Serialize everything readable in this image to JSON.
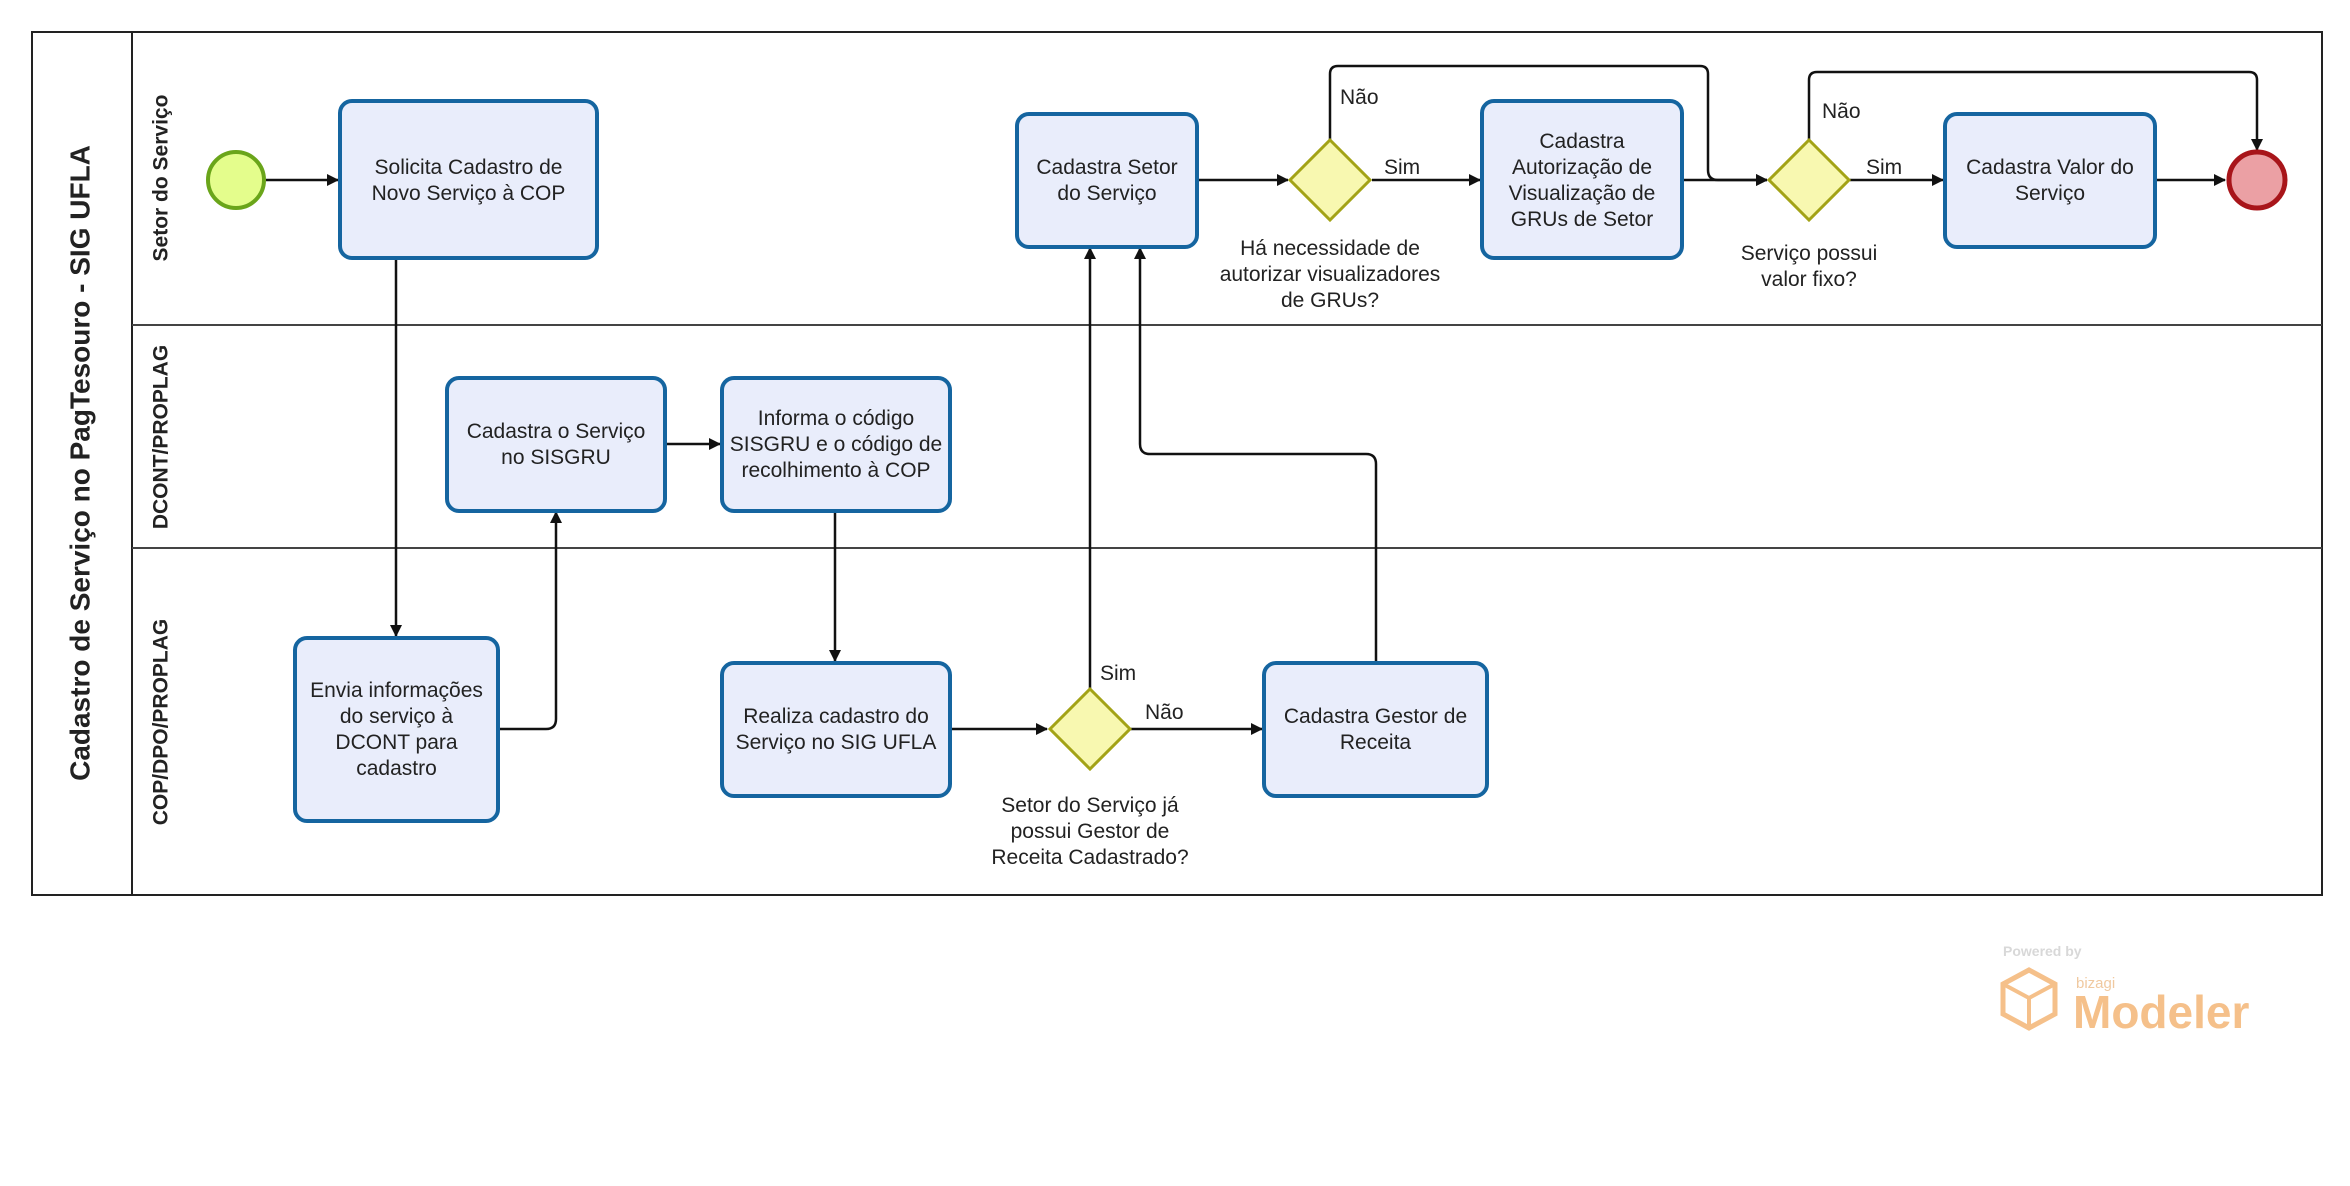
{
  "pool": {
    "label": "Cadastro de Serviço no PagTesouro - SIG UFLA"
  },
  "lanes": [
    {
      "id": "setor",
      "label": "Setor do Serviço"
    },
    {
      "id": "dcont",
      "label": "DCONT/PROPLAG"
    },
    {
      "id": "cop",
      "label": "COP/DPO/PROPLAG"
    }
  ],
  "tasks": {
    "solicita": [
      "Solicita Cadastro de",
      "Novo Serviço à COP"
    ],
    "cadastra_setor": [
      "Cadastra Setor",
      "do Serviço"
    ],
    "cadastra_autorizacao": [
      "Cadastra",
      "Autorização de",
      "Visualização de",
      "GRUs de Setor"
    ],
    "cadastra_valor": [
      "Cadastra Valor do",
      "Serviço"
    ],
    "cadastra_sisgru": [
      "Cadastra o Serviço",
      "no SISGRU"
    ],
    "informa_codigo": [
      "Informa o código",
      "SISGRU e o código de",
      "recolhimento à COP"
    ],
    "envia_info": [
      "Envia informações",
      "do serviço à",
      "DCONT para",
      "cadastro"
    ],
    "realiza_cadastro": [
      "Realiza cadastro do",
      "Serviço no SIG UFLA"
    ],
    "cadastra_gestor": [
      "Cadastra Gestor de",
      "Receita"
    ]
  },
  "gateways": {
    "visualizadores": [
      "Há necessidade de",
      "autorizar visualizadores",
      "de GRUs?"
    ],
    "valor_fixo": [
      "Serviço possui",
      "valor fixo?"
    ],
    "gestor": [
      "Setor do Serviço já",
      "possui Gestor de",
      "Receita Cadastrado?"
    ]
  },
  "flow_labels": {
    "sim": "Sim",
    "nao": "Não"
  },
  "watermark": {
    "powered_by": "Powered by",
    "brand": "bizagi",
    "product": "Modeler"
  },
  "colors": {
    "task_fill": "#e9edfb",
    "task_stroke": "#1565a0",
    "gateway_fill": "#f8f8b0",
    "gateway_stroke": "#a3a316",
    "start_fill": "#e4fd8c",
    "start_stroke": "#6aa51a",
    "end_fill": "#eba0a4",
    "end_stroke": "#a8151a",
    "watermark": "#f5c08a"
  }
}
